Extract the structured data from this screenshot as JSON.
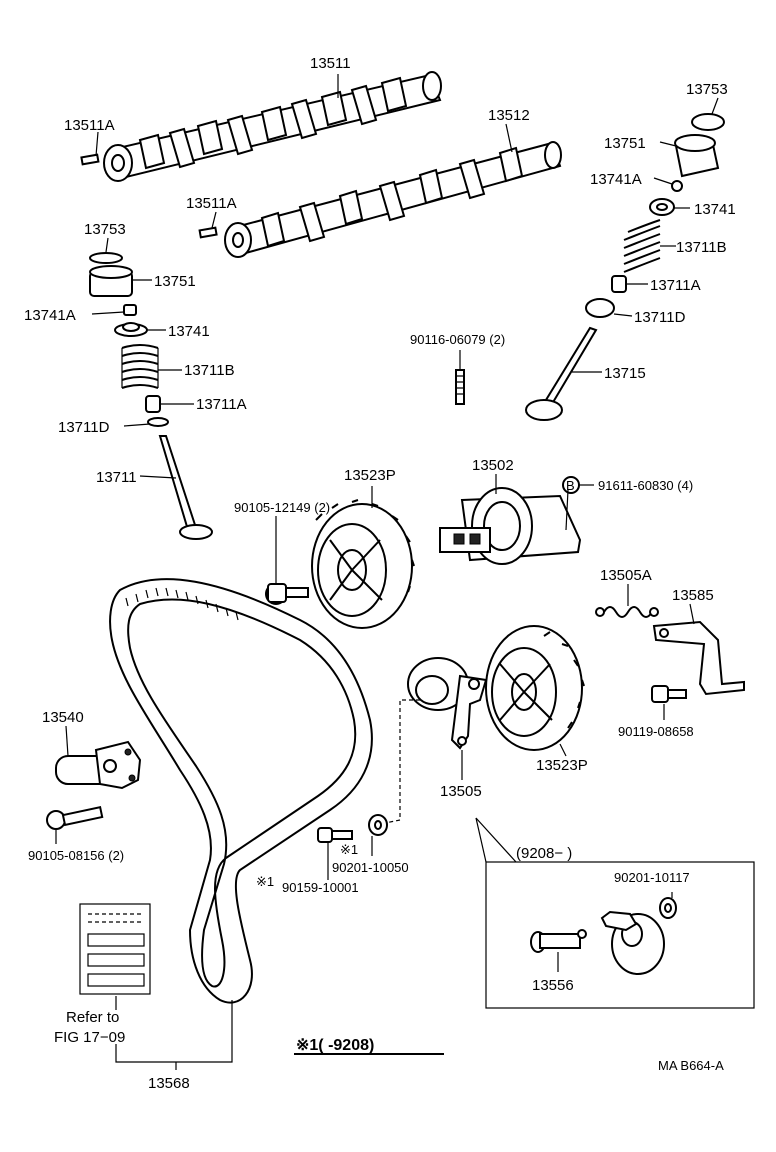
{
  "diagram": {
    "part_labels": {
      "p13511": "13511",
      "p13511a_1": "13511A",
      "p13511a_2": "13511A",
      "p13512": "13512",
      "p13753_l": "13753",
      "p13751_l": "13751",
      "p13741a_l": "13741A",
      "p13741_l": "13741",
      "p13711b_l": "13711B",
      "p13711a_l": "13711A",
      "p13711d_l": "13711D",
      "p13711": "13711",
      "p13753_r": "13753",
      "p13751_r": "13751",
      "p13741a_r": "13741A",
      "p13741_r": "13741",
      "p13711b_r": "13711B",
      "p13711a_r": "13711A",
      "p13711d_r": "13711D",
      "p13715": "13715",
      "p90116": "90116-06079 (2)",
      "p13502": "13502",
      "p91611": "91611-60830 (4)",
      "p90105_12149": "90105-12149 (2)",
      "p13523p_1": "13523P",
      "p13505a": "13505A",
      "p13585": "13585",
      "p90119": "90119-08658",
      "p13540": "13540",
      "p13505": "13505",
      "p13523p_2": "13523P",
      "p90105_08156": "90105-08156 (2)",
      "p90201_10050": "90201-10050",
      "p90159": "90159-10001",
      "p90201_10117": "90201-10117",
      "p13556": "13556",
      "p13568": "13568"
    },
    "marker_b": "B",
    "star_mark": "※1",
    "inset_range": "(9208−        )",
    "footnote": "※1(     -9208)",
    "refer_line1": "Refer to",
    "refer_line2": "FIG 17−09",
    "drawing_code": "MA B664-A"
  }
}
